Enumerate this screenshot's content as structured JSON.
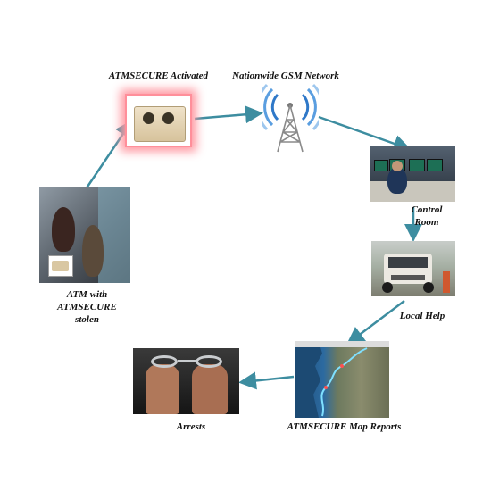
{
  "labels": {
    "activated": "ATMSECURE Activated",
    "network": "Nationwide GSM Network",
    "control_room_line1": "Control",
    "control_room_line2": "Room",
    "local_help": "Local Help",
    "map_reports": "ATMSECURE Map Reports",
    "arrests": "Arrests",
    "atm_line1": "ATM with",
    "atm_line2": "ATMSECURE",
    "atm_line3": "stolen"
  },
  "colors": {
    "arrow": "#3d8da0",
    "device_glow": "#ff9aa3",
    "signal": "#2f78c8"
  }
}
